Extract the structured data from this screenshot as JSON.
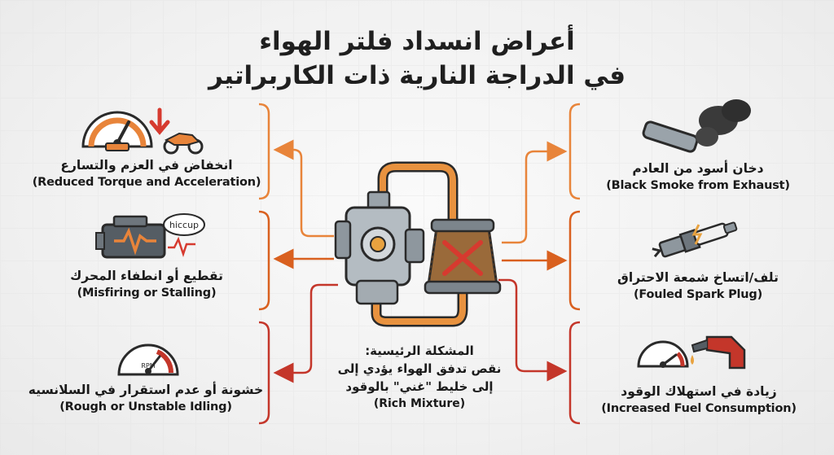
{
  "title": {
    "line1": "أعراض انسداد فلتر الهواء",
    "line2": "في الدراجة النارية ذات الكاربراتير"
  },
  "center": {
    "heading": "المشكلة الرئيسية:",
    "line1": "نقص تدفق الهواء يؤدي إلى",
    "line2": "إلى خليط \"غني\" بالوقود",
    "en": "(Rich Mixture)"
  },
  "symptoms_left": [
    {
      "ar": "انخفاض في العزم والتسارع",
      "en": "(Reduced Torque and Acceleration)",
      "icon": "speedometer-motorcycle-icon"
    },
    {
      "ar": "تقطيع أو انطفاء المحرك",
      "en": "(Misfiring or Stalling)",
      "icon": "engine-hiccup-icon"
    },
    {
      "ar": "خشونة أو عدم استقرار في السلانسيه",
      "en": "(Rough or Unstable Idling)",
      "icon": "rpm-gauge-icon"
    }
  ],
  "symptoms_right": [
    {
      "ar": "دخان أسود من العادم",
      "en": "(Black Smoke from Exhaust)",
      "icon": "exhaust-smoke-icon"
    },
    {
      "ar": "تلف/اتساخ شمعة الاحتراق",
      "en": "(Fouled Spark Plug)",
      "icon": "spark-plug-icon"
    },
    {
      "ar": "زيادة في استهلاك الوقود",
      "en": "(Increased Fuel Consumption)",
      "icon": "fuel-gauge-nozzle-icon"
    }
  ],
  "bubble": "hiccup",
  "rpm_text": "RPM",
  "colors": {
    "orange": "#e8843a",
    "dark_orange": "#d9601f",
    "red": "#c4362a",
    "dark": "#2a2a2a"
  }
}
